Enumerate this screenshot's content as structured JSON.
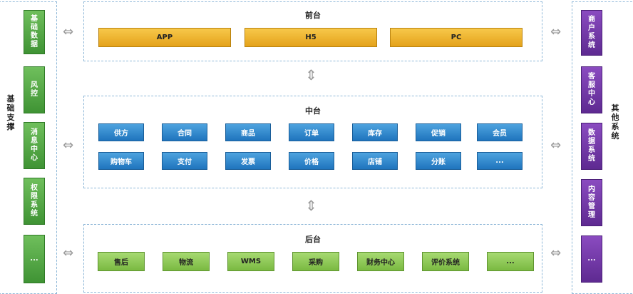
{
  "left": {
    "label": "基础支撑",
    "items": [
      "基础数据",
      "风控",
      "消息中心",
      "权限系统",
      "..."
    ]
  },
  "right": {
    "label": "其他系统",
    "items": [
      "商户系统",
      "客服中心",
      "数据系统",
      "内容管理",
      "..."
    ]
  },
  "front": {
    "title": "前台",
    "items": [
      "APP",
      "H5",
      "PC"
    ]
  },
  "middle": {
    "title": "中台",
    "row1": [
      "供方",
      "合同",
      "商品",
      "订单",
      "库存",
      "促销",
      "会员"
    ],
    "row2": [
      "购物车",
      "支付",
      "发票",
      "价格",
      "店铺",
      "分账",
      "..."
    ]
  },
  "back": {
    "title": "后台",
    "items": [
      "售后",
      "物流",
      "WMS",
      "采购",
      "财务中心",
      "评价系统",
      "..."
    ]
  },
  "icons": {
    "h_arrow": "⇔",
    "v_arrow": "⇕"
  },
  "colors": {
    "green": "#4fa63f",
    "purple": "#6a2fa0",
    "orange": "#f0b530",
    "blue": "#2d86cc",
    "light_green": "#8cc751",
    "dash": "#8fb8d8"
  }
}
